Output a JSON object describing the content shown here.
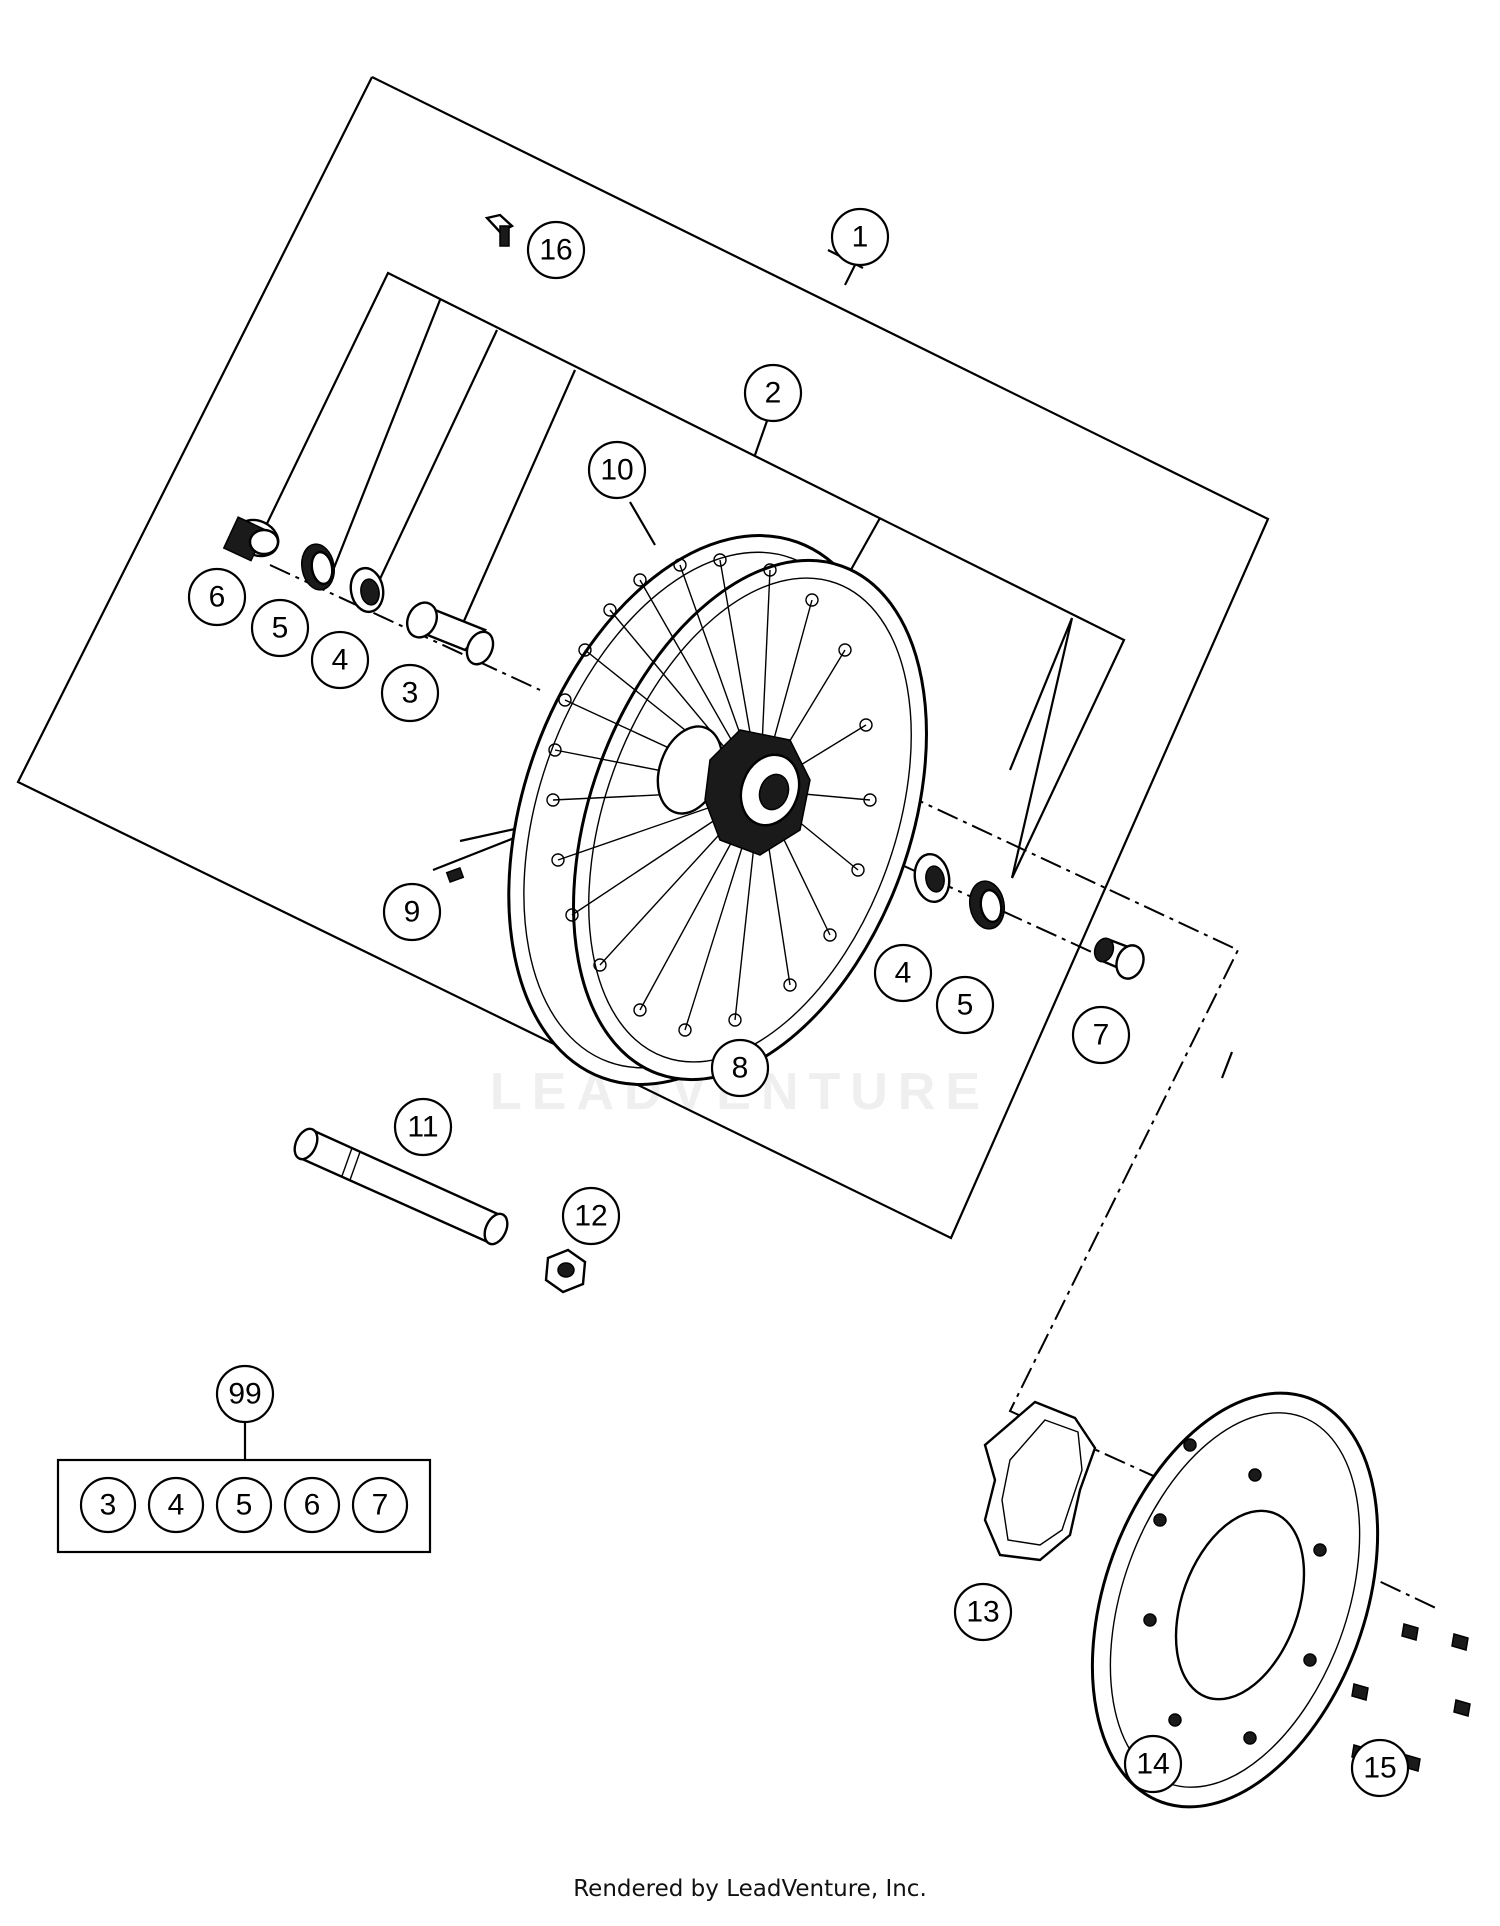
{
  "diagram": {
    "part_labels": [
      "1",
      "2",
      "3",
      "4",
      "5",
      "6",
      "7",
      "8",
      "9",
      "10",
      "11",
      "12",
      "13",
      "14",
      "15",
      "16"
    ],
    "labels_second_set": [
      "4",
      "5"
    ],
    "kit": {
      "number": "99",
      "contents": [
        "3",
        "4",
        "5",
        "6",
        "7"
      ]
    }
  },
  "watermark": "LEADVENTURE",
  "footer": "Rendered by LeadVenture, Inc."
}
